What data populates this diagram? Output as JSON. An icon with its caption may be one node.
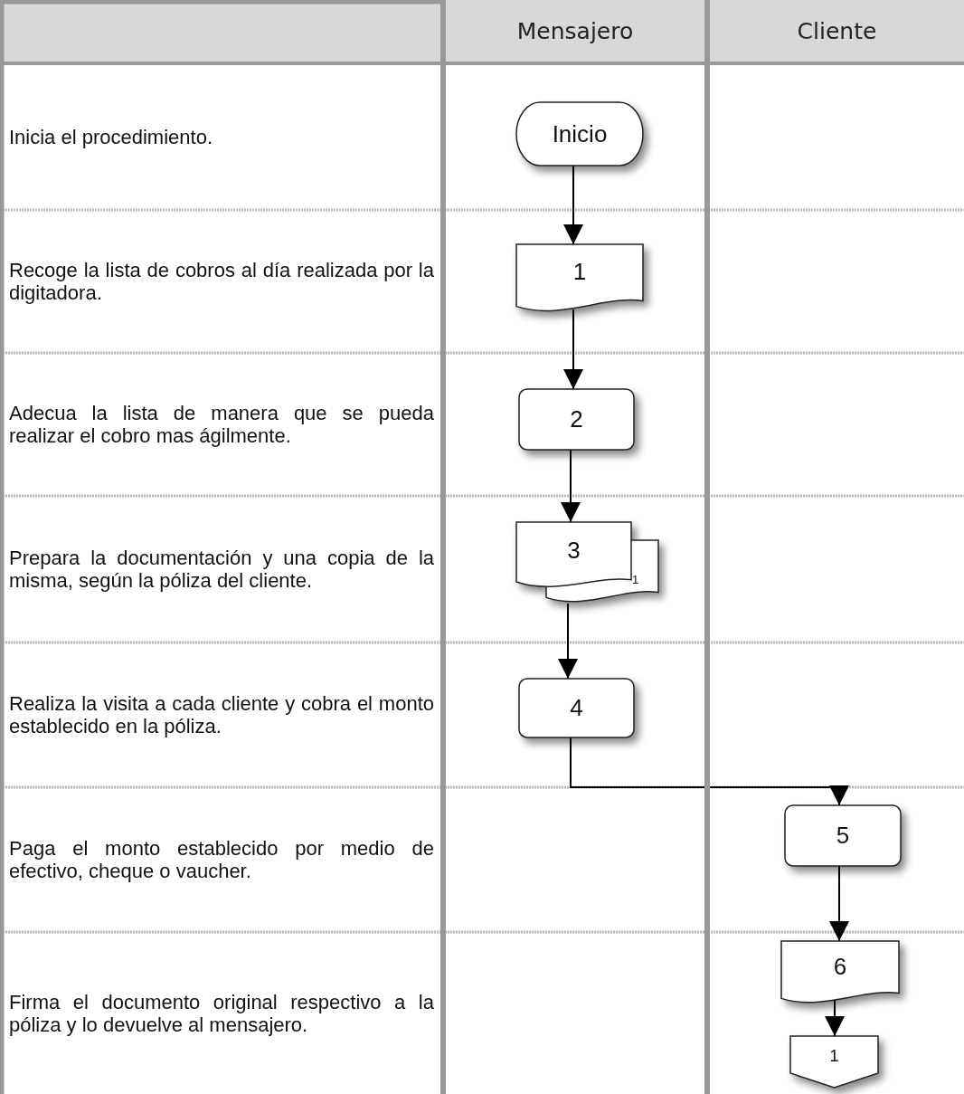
{
  "diagram": {
    "nodes": [
      {
        "text": [
          "Mensajero"
        ]
      },
      {
        "text": [
          "Cliente"
        ]
      },
      {
        "text": [
          "Inicio"
        ],
        "in": 0
      },
      {
        "text": [
          "1"
        ],
        "in": 0
      },
      {
        "text": [
          "2"
        ],
        "in": 0
      },
      {
        "text": [
          "3",
          "1"
        ],
        "in": 0
      },
      {
        "text": [
          "4"
        ],
        "in": 0
      },
      {
        "text": [
          "5"
        ],
        "in": 1
      },
      {
        "text": [
          "6"
        ],
        "in": 1
      },
      {
        "text": [
          "1"
        ],
        "in": 1
      }
    ],
    "edges": [
      {
        "from": 2,
        "to": 3,
        "arrow": "to"
      },
      {
        "from": 3,
        "to": 4,
        "arrow": "to"
      },
      {
        "from": 4,
        "to": 5,
        "arrow": "to"
      },
      {
        "from": 5,
        "to": 6,
        "arrow": "to"
      },
      {
        "from": 6,
        "to": 7,
        "arrow": "to"
      },
      {
        "from": 7,
        "to": 8,
        "arrow": "to"
      },
      {
        "from": 8,
        "to": 9,
        "arrow": "to"
      }
    ],
    "labels": [
      "Inicia el procedimiento.",
      "Recoge la lista de cobros al día realizada por la digitadora.",
      "Adecua la lista de manera que se pueda realizar el cobro mas ágilmente.",
      "Prepara la documentación y una copia de la misma, según la póliza del cliente.",
      "Realiza la visita a cada cliente y cobra el monto establecido en la póliza.",
      "Paga el monto establecido por medio de efectivo, cheque o vaucher.",
      "Firma el documento original respectivo a la póliza y lo devuelve al mensajero."
    ]
  }
}
